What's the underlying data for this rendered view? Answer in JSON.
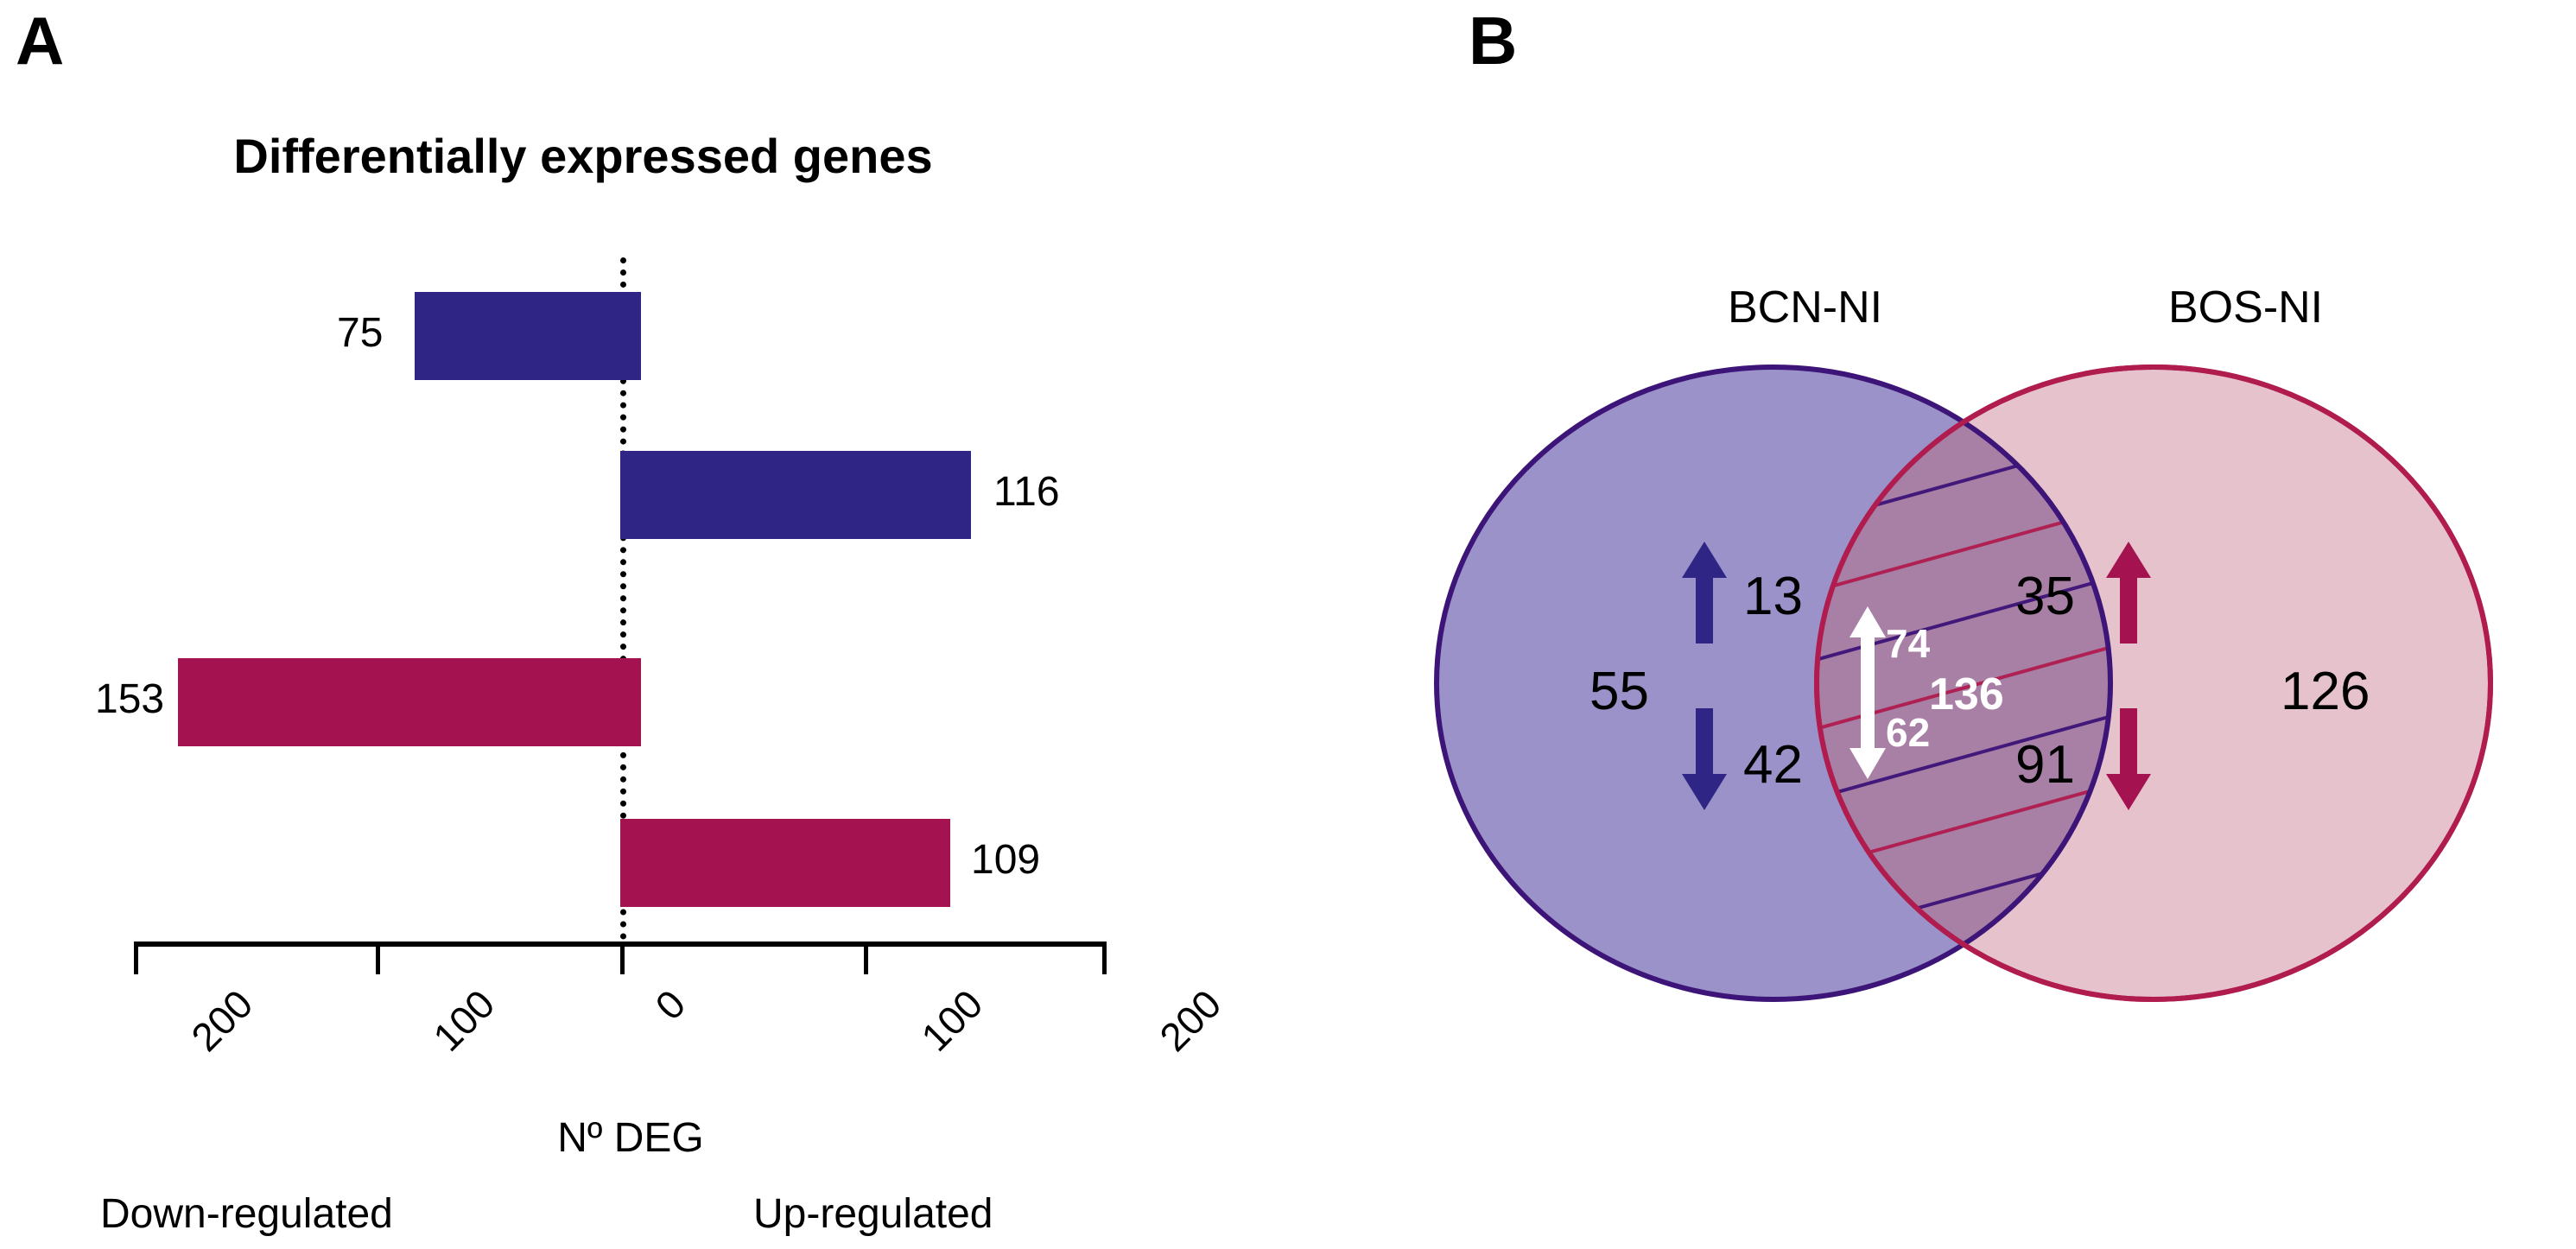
{
  "figure": {
    "panels": [
      {
        "letter": "A"
      },
      {
        "letter": "B"
      }
    ]
  },
  "panel_a": {
    "letter": "A",
    "title": "Differentially expressed genes",
    "axis_title": "Nº DEG",
    "direction_left": "Down-regulated",
    "direction_right": "Up-regulated"
  },
  "panel_b": {
    "letter": "B",
    "set_left_label": "BCN-NI",
    "set_right_label": "BOS-NI",
    "left_only_total": "55",
    "left_only_up": "13",
    "left_only_down": "42",
    "right_only_total": "126",
    "right_only_up": "35",
    "right_only_down": "91",
    "intersection_total": "136",
    "intersection_up": "74",
    "intersection_down": "62",
    "icons": {
      "arrow_up": "arrow-up-icon",
      "arrow_down": "arrow-down-icon"
    },
    "colors": {
      "left_fill": "#9A92C8",
      "left_stroke": "#3D1478",
      "right_fill": "#E3B9C6",
      "right_stroke": "#B01C4E",
      "intersection_fill": "#A87FA5",
      "arrow_blue": "#2E2585",
      "arrow_crimson": "#A4134F",
      "arrow_white": "#FFFFFF"
    }
  },
  "chart_data": [
    {
      "type": "bar",
      "orientation": "horizontal-diverging",
      "title": "Differentially expressed genes",
      "xlabel": "Nº DEG",
      "ylabel": "",
      "xlim": [
        -200,
        200
      ],
      "xticks": [
        -200,
        -100,
        0,
        100,
        200
      ],
      "xticklabels": [
        "200",
        "100",
        "0",
        "100",
        "200"
      ],
      "xtick_rotation_deg": -45,
      "grid": false,
      "zero_line": "dotted",
      "legend": false,
      "side_labels": {
        "negative": "Down-regulated",
        "positive": "Up-regulated"
      },
      "categories": [
        "BCN-NI down",
        "BCN-NI up",
        "BOS-NI down",
        "BOS-NI up"
      ],
      "series": [
        {
          "name": "BCN-NI",
          "color": "#2E2585",
          "bars": [
            {
              "category": "BCN-NI down",
              "direction": "down",
              "value": 75,
              "signed_value": -75,
              "label": "75"
            },
            {
              "category": "BCN-NI up",
              "direction": "up",
              "value": 116,
              "signed_value": 116,
              "label": "116"
            }
          ]
        },
        {
          "name": "BOS-NI",
          "color": "#A4134F",
          "bars": [
            {
              "category": "BOS-NI down",
              "direction": "down",
              "value": 153,
              "signed_value": -153,
              "label": "153"
            },
            {
              "category": "BOS-NI up",
              "direction": "up",
              "value": 109,
              "signed_value": 109,
              "label": "109"
            }
          ]
        }
      ],
      "values": [
        -75,
        116,
        -153,
        109
      ],
      "value_labels": [
        "75",
        "116",
        "153",
        "109"
      ]
    },
    {
      "type": "venn",
      "title": "",
      "sets": [
        {
          "name": "BCN-NI",
          "exclusive_total": 55,
          "exclusive_up": 13,
          "exclusive_down": 42,
          "fill": "#9A92C8",
          "stroke": "#3D1478"
        },
        {
          "name": "BOS-NI",
          "exclusive_total": 126,
          "exclusive_up": 35,
          "exclusive_down": 91,
          "fill": "#E3B9C6",
          "stroke": "#B01C4E"
        }
      ],
      "intersection": {
        "total": 136,
        "up": 74,
        "down": 62,
        "hatched": true
      },
      "legend": false
    }
  ]
}
